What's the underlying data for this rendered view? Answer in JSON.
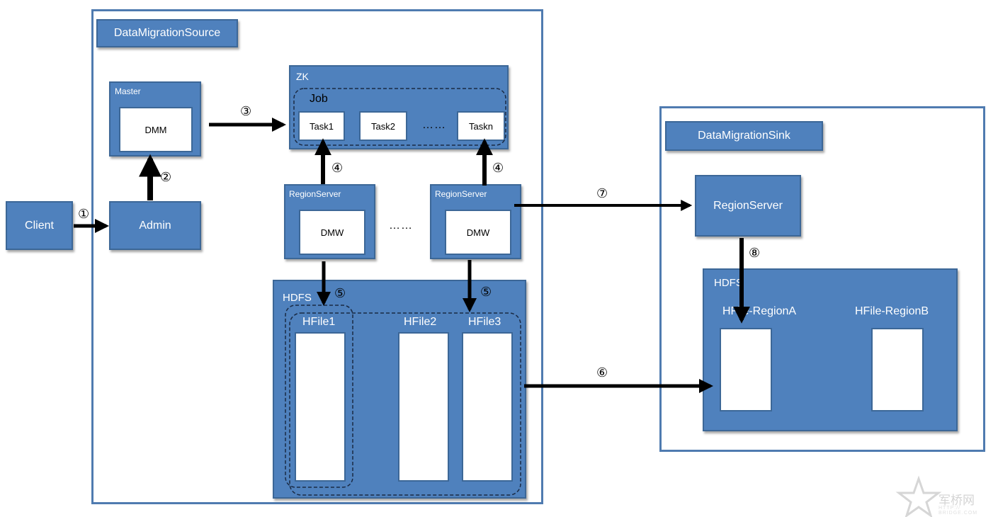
{
  "source": {
    "title": "DataMigrationSource",
    "master": {
      "label": "Master",
      "dmm": "DMM"
    },
    "admin": "Admin",
    "zk": {
      "label": "ZK",
      "job": "Job",
      "tasks": [
        "Task1",
        "Task2",
        "Taskn"
      ],
      "dots": "……"
    },
    "regionservers": [
      {
        "label": "RegionServer",
        "dmw": "DMW"
      },
      {
        "label": "RegionServer",
        "dmw": "DMW"
      }
    ],
    "rs_dots": "……",
    "hdfs": {
      "label": "HDFS",
      "files": [
        "HFile1",
        "HFile2",
        "HFile3"
      ]
    }
  },
  "client": "Client",
  "sink": {
    "title": "DataMigrationSink",
    "regionserver": "RegionServer",
    "hdfs": {
      "label": "HDFS",
      "regions": [
        "HFile-RegionA",
        "HFile-RegionB"
      ]
    }
  },
  "steps": {
    "s1": "①",
    "s2": "②",
    "s3": "③",
    "s4a": "④",
    "s4b": "④",
    "s5a": "⑤",
    "s5b": "⑤",
    "s6": "⑥",
    "s7": "⑦",
    "s8": "⑧"
  },
  "watermark": {
    "text": "军桥网",
    "sub": "HTTP:// BRIDGE.COM"
  },
  "colors": {
    "box_fill": "#4f81bd",
    "box_border": "#3c6797",
    "frame_border": "#4f7bb0",
    "arrow": "#000000"
  }
}
